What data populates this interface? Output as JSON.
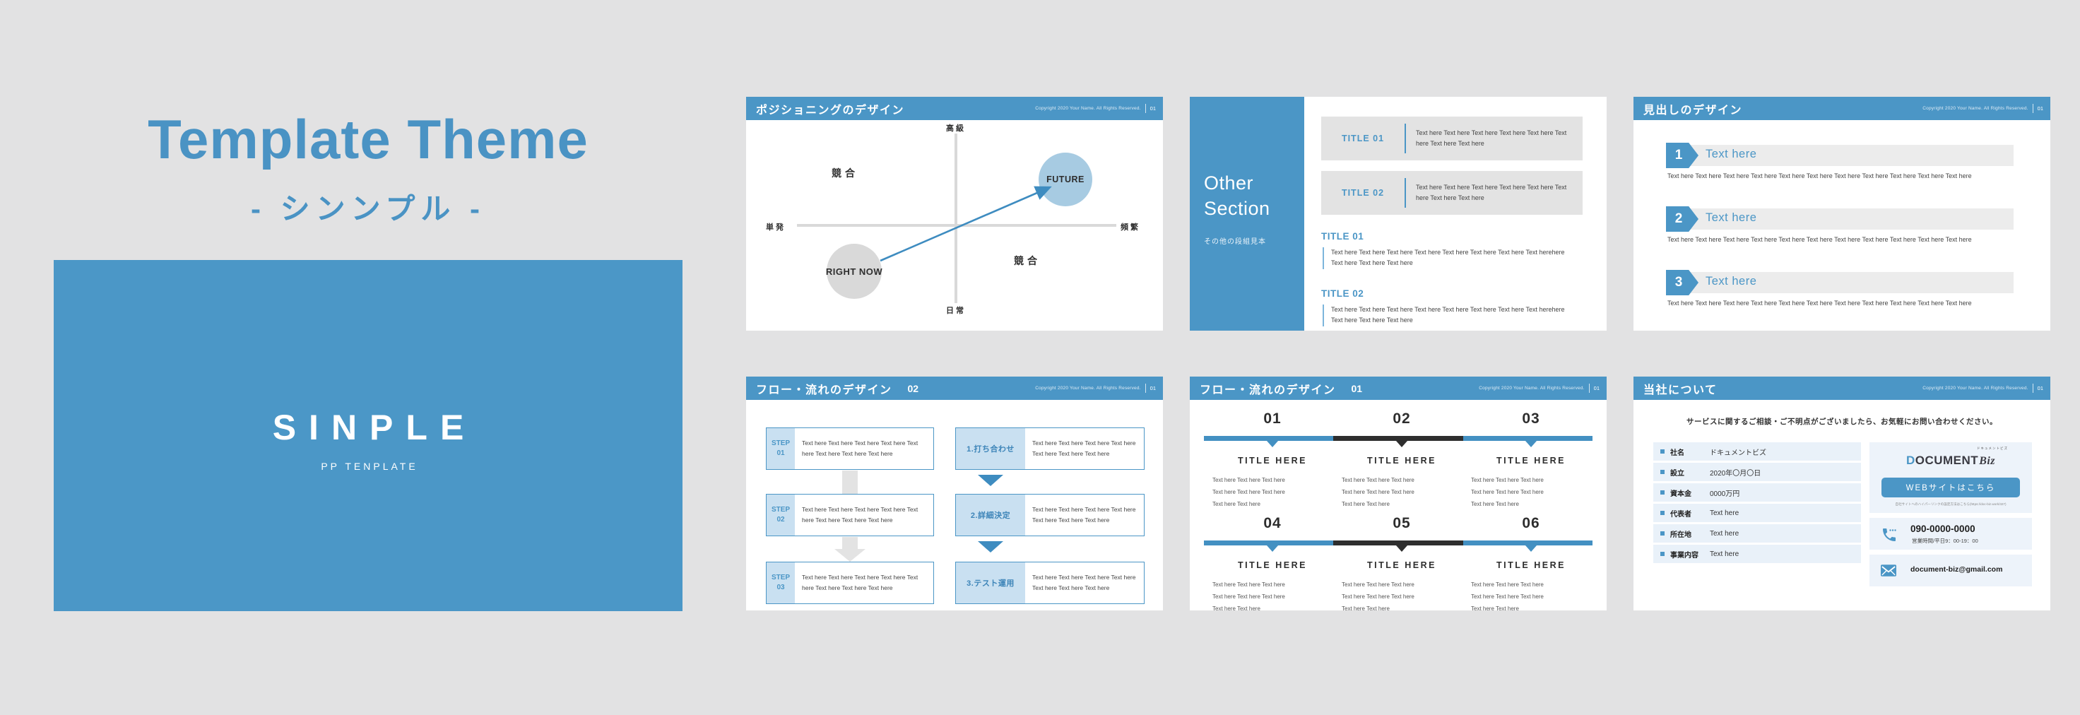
{
  "colors": {
    "accent_blue": "#4b96c6",
    "accent_light": "#c9e0f1",
    "bubble_blue": "#a7cbe2",
    "bubble_gray": "#d9d9d9",
    "bar_dark": "#2e2e2e",
    "row_bg": "#e9f1f9",
    "page_bg": "#e2e2e3"
  },
  "hero": {
    "title": "Template Theme",
    "subtitle": "- シンンプル -",
    "cover_title": "SINPLE",
    "cover_subtitle": "PP TENPLATE"
  },
  "copyright": "Copyright 2020 Your Name. All Rights Reserved.",
  "page_no": "01",
  "slide1": {
    "title": "ポジショニングのデザイン",
    "axis_top": "高級",
    "axis_bottom": "日常",
    "axis_left": "単発",
    "axis_right": "頻繁",
    "quad_top_left": "競合",
    "quad_bottom_right": "競合",
    "bubble_now": "RIGHT NOW",
    "bubble_future": "FUTURE"
  },
  "slide2": {
    "section_title": "Other Section",
    "section_subtitle": "その他の段組見本",
    "boxes": [
      {
        "title": "TITLE 01",
        "text": "Text here Text here Text here Text here Text here Text here Text here Text here"
      },
      {
        "title": "TITLE 02",
        "text": "Text here Text here Text here Text here Text here Text here Text here Text here"
      }
    ],
    "headings": [
      {
        "title": "TITLE 01",
        "text": "Text here Text here Text here Text here Text here Text here Text here Text herehere Text here Text here Text here"
      },
      {
        "title": "TITLE 02",
        "text": "Text here Text here Text here Text here Text here Text here Text here Text herehere Text here Text here Text here"
      }
    ]
  },
  "slide3": {
    "title": "見出しのデザイン",
    "items": [
      {
        "num": "1",
        "label": "Text here",
        "body": "Text here Text here Text here Text here Text here Text here Text here Text here Text here Text here Text here"
      },
      {
        "num": "2",
        "label": "Text here",
        "body": "Text here Text here Text here Text here Text here Text here Text here Text here Text here Text here Text here"
      },
      {
        "num": "3",
        "label": "Text here",
        "body": "Text here Text here Text here Text here Text here Text here Text here Text here Text here Text here Text here"
      }
    ]
  },
  "slide4": {
    "title": "フロー・流れのデザイン",
    "title_no": "02",
    "steps": [
      {
        "label_top": "STEP",
        "label_no": "01",
        "body": "Text here Text here Text here Text here Text here Text here Text here Text here"
      },
      {
        "label_top": "STEP",
        "label_no": "02",
        "body": "Text here Text here Text here Text here Text here Text here Text here Text here"
      },
      {
        "label_top": "STEP",
        "label_no": "03",
        "body": "Text here Text here Text here Text here Text here Text here Text here Text here"
      }
    ],
    "flows": [
      {
        "label": "1.打ち合わせ",
        "body": "Text here Text here Text here Text here Text here Text here Text here"
      },
      {
        "label": "2.詳細決定",
        "body": "Text here Text here Text here Text here Text here Text here Text here"
      },
      {
        "label": "3.テスト運用",
        "body": "Text here Text here Text here Text here Text here Text here Text here"
      }
    ]
  },
  "slide5": {
    "title": "フロー・流れのデザイン",
    "title_no": "01",
    "items": [
      {
        "num": "01",
        "title": "TITLE HERE",
        "lines": [
          "Text here Text here Text here",
          "Text here Text here Text here",
          "Text here Text here"
        ]
      },
      {
        "num": "02",
        "title": "TITLE HERE",
        "lines": [
          "Text here Text here Text here",
          "Text here Text here Text here",
          "Text here Text here"
        ]
      },
      {
        "num": "03",
        "title": "TITLE HERE",
        "lines": [
          "Text here Text here Text here",
          "Text here Text here Text here",
          "Text here Text here"
        ]
      },
      {
        "num": "04",
        "title": "TITLE HERE",
        "lines": [
          "Text here Text here Text here",
          "Text here Text here Text here",
          "Text here Text here"
        ]
      },
      {
        "num": "05",
        "title": "TITLE HERE",
        "lines": [
          "Text here Text here Text here",
          "Text here Text here Text here",
          "Text here Text here"
        ]
      },
      {
        "num": "06",
        "title": "TITLE HERE",
        "lines": [
          "Text here Text here Text here",
          "Text here Text here Text here",
          "Text here Text here"
        ]
      }
    ]
  },
  "slide6": {
    "title": "当社について",
    "intro": "サービスに関するご相談・ご不明点がございましたら、お気軽にお問い合わせください。",
    "rows": [
      {
        "label": "社名",
        "value": "ドキュメントビズ"
      },
      {
        "label": "設立",
        "value": "2020年〇月〇日"
      },
      {
        "label": "資本金",
        "value": "0000万円"
      },
      {
        "label": "代表者",
        "value": "Text here"
      },
      {
        "label": "所在地",
        "value": "Text here"
      },
      {
        "label": "事業内容",
        "value": "Text here"
      }
    ],
    "logo_main": "OCUMENT",
    "logo_d": "D",
    "logo_accent": "Biz",
    "logo_ruby": "ドキュメントビズ",
    "web_button": "WEBサイトはこちら",
    "web_note": "自社サイトへのハイパーリンクの設定方法はこちら(https://doc-biz.work/327)",
    "phone_number": "090-0000-0000",
    "phone_hours": "営業時間/平日9：00-19：00",
    "email": "document-biz@gmail.com"
  }
}
